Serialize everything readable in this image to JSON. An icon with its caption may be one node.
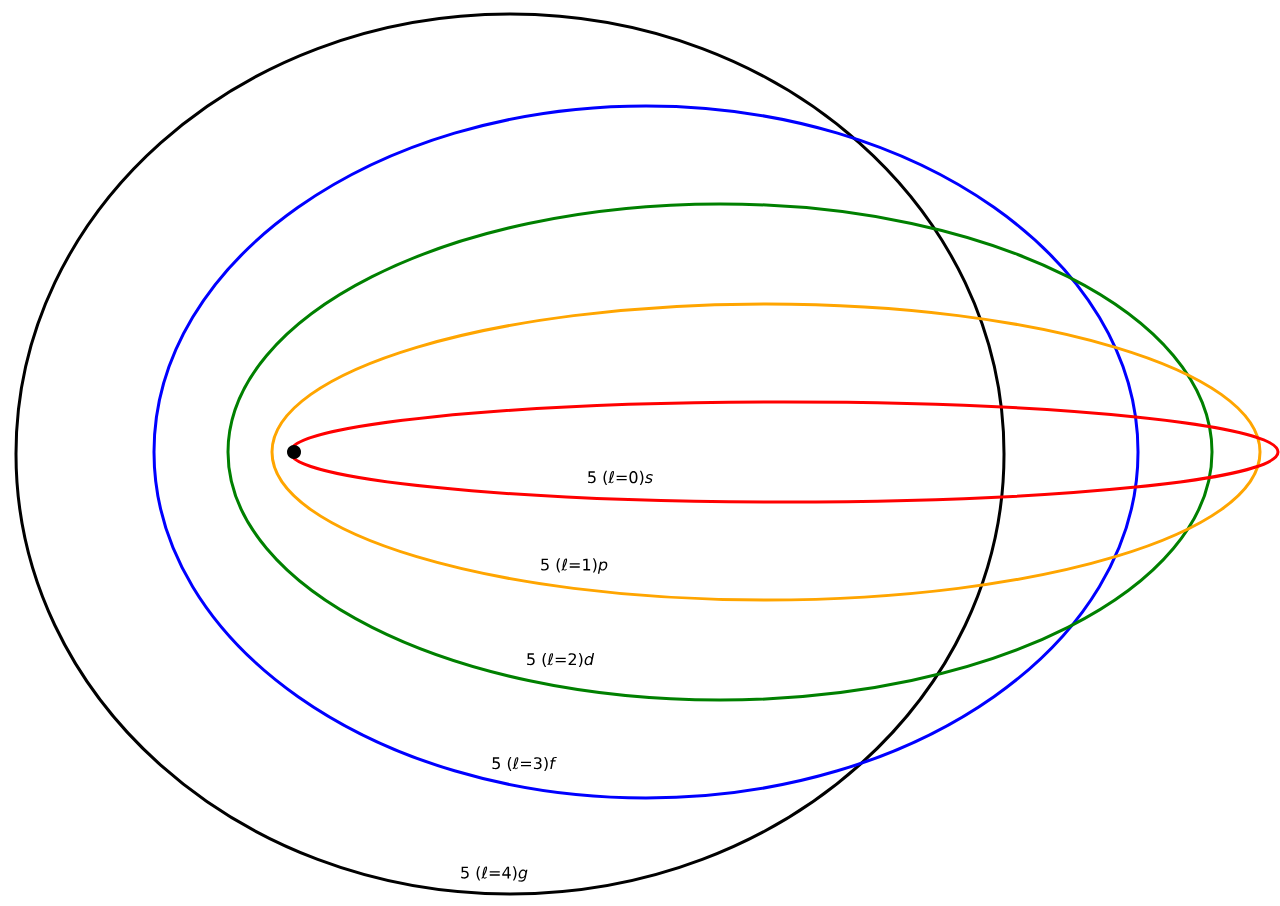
{
  "diagram": {
    "nodes": [
      {
        "text": [
          "5 (ℓ=0)*s*"
        ],
        "in": 1
      },
      {
        "text": [
          "5 (ℓ=1)*p*"
        ],
        "in": 2
      },
      {
        "text": [
          "5 (ℓ=2)*d*"
        ]
      },
      {
        "text": [
          "5 (ℓ=3)*f*"
        ]
      },
      {
        "text": [
          "5 (ℓ=4)*g*"
        ]
      }
    ]
  }
}
